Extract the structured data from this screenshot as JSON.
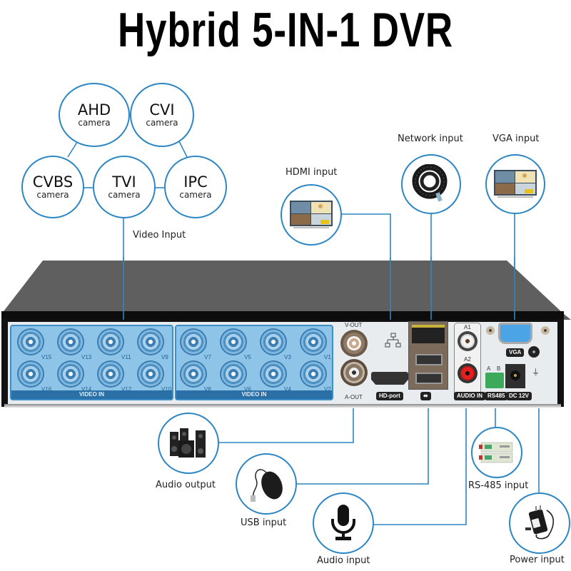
{
  "title": "Hybrid 5-IN-1 DVR",
  "colors": {
    "accent_line": "#2d86c4",
    "video_panel": "#8ec4e8",
    "video_bar": "#2a6fa6",
    "dvr_top": "#5f5f5f",
    "dvr_front": "#e9ecef"
  },
  "cameras": [
    {
      "name": "AHD",
      "sub": "camera"
    },
    {
      "name": "CVI",
      "sub": "camera"
    },
    {
      "name": "CVBS",
      "sub": "camera"
    },
    {
      "name": "TVI",
      "sub": "camera"
    },
    {
      "name": "IPC",
      "sub": "camera"
    }
  ],
  "labels": {
    "video_input": "Video Input",
    "hdmi_input": "HDMI input",
    "network_input": "Network input",
    "vga_input": "VGA input",
    "audio_output": "Audio output",
    "usb_input": "USB input",
    "audio_input": "Audio input",
    "rs485_input": "RS-485 input",
    "power_input": "Power input"
  },
  "icons": {
    "hdmi": "tv-monitor-icon",
    "network": "ethernet-cable-icon",
    "vga": "tv-monitor-icon",
    "audio_output": "speakers-icon",
    "usb": "mouse-icon",
    "audio_input": "microphone-icon",
    "rs485": "rs485-converter-icon",
    "power": "power-adapter-icon"
  },
  "dvr": {
    "video_bank_label": "VIDEO IN",
    "left_bank": {
      "top": [
        "V15",
        "V13",
        "V11",
        "V9"
      ],
      "bottom": [
        "V16",
        "V14",
        "V12",
        "V10"
      ]
    },
    "right_bank": {
      "top": [
        "V7",
        "V5",
        "V3",
        "V1"
      ],
      "bottom": [
        "V8",
        "V6",
        "V4",
        "V2"
      ]
    },
    "ports": {
      "vout": "V-OUT",
      "aout": "A-OUT",
      "hdport": "HD-port",
      "usb": "⬌",
      "a1": "A1",
      "a2": "A2",
      "audio_in": "AUDIO IN",
      "vga": "VGA",
      "rs485_a": "A",
      "rs485_b": "B",
      "rs485": "RS485",
      "dc": "DC 12V"
    }
  }
}
